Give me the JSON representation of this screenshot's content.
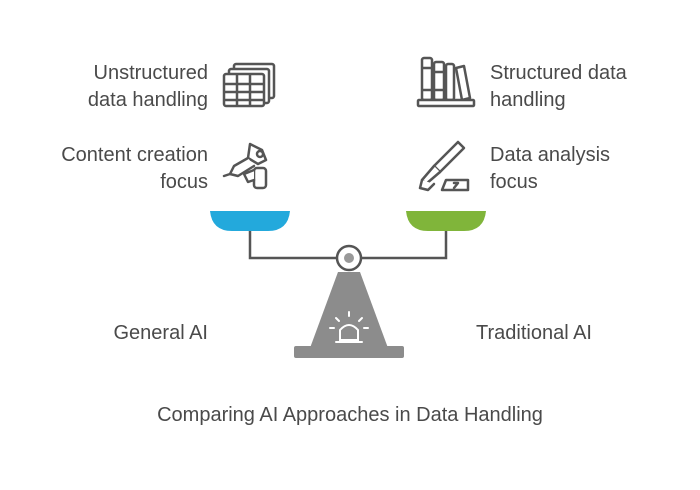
{
  "left": {
    "items": [
      {
        "lines": [
          "Unstructured",
          "data handling"
        ],
        "icon": "table-stack-icon"
      },
      {
        "lines": [
          "Content creation",
          "focus"
        ],
        "icon": "glue-gun-icon"
      }
    ],
    "side_label": "General AI",
    "pan_color": "#23a9dc"
  },
  "right": {
    "items": [
      {
        "lines": [
          "Structured data",
          "handling"
        ],
        "icon": "bookshelf-icon"
      },
      {
        "lines": [
          "Data analysis",
          "focus"
        ],
        "icon": "scalpel-icon"
      }
    ],
    "side_label": "Traditional AI",
    "pan_color": "#80b53a"
  },
  "caption": "Comparing AI Approaches in Data Handling"
}
